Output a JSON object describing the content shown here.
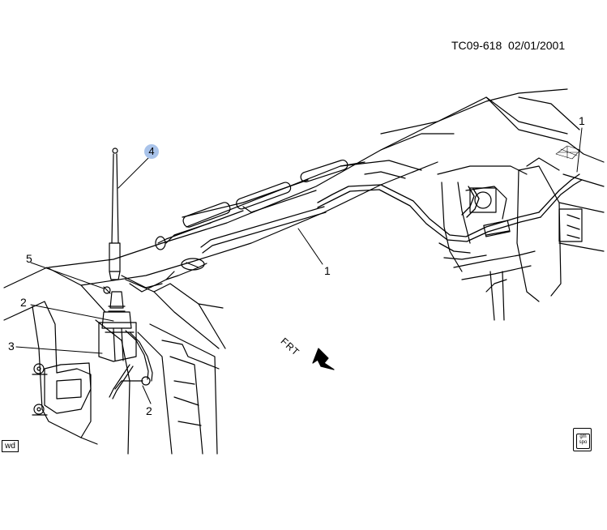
{
  "diagram_id": "TC09-618",
  "diagram_date": "02/01/2001",
  "wd_badge": "wd",
  "frt_label": "FRT",
  "logo": {
    "line1": "gm",
    "line2": "spo"
  },
  "callouts": {
    "c1_right": "1",
    "c1_center": "1",
    "c2_upper": "2",
    "c2_lower": "2",
    "c3": "3",
    "c4": "4",
    "c5": "5"
  }
}
